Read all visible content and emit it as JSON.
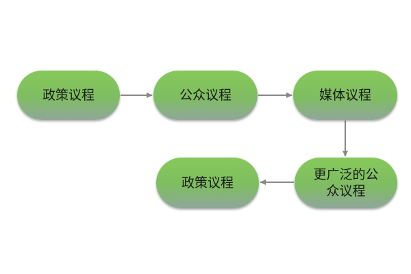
{
  "nodes": [
    {
      "id": "n1",
      "label": "政策议程"
    },
    {
      "id": "n2",
      "label": "公众议程"
    },
    {
      "id": "n3",
      "label": "媒体议程"
    },
    {
      "id": "n4",
      "label_line1": "更广泛的公",
      "label_line2": "众议程"
    },
    {
      "id": "n5",
      "label": "政策议程"
    }
  ],
  "edges": [
    {
      "from": "n1",
      "to": "n2"
    },
    {
      "from": "n2",
      "to": "n3"
    },
    {
      "from": "n3",
      "to": "n4"
    },
    {
      "from": "n4",
      "to": "n5"
    }
  ],
  "colors": {
    "node_top": "#86c95a",
    "node_bottom": "#8fa79a",
    "arrow": "#888888"
  }
}
